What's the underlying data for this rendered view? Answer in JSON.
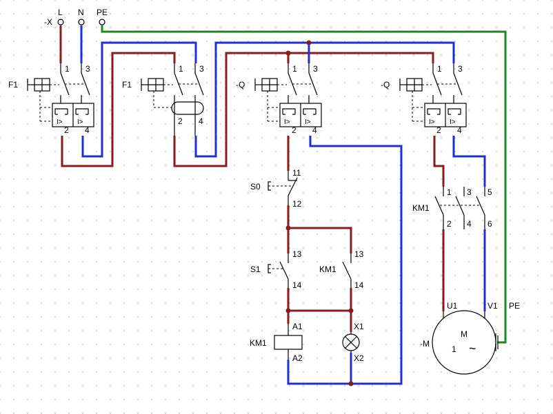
{
  "terminals": {
    "x": "-X",
    "l": "L",
    "n": "N",
    "pe": "PE"
  },
  "f1_a": {
    "tag": "F1",
    "p1": "1",
    "p3": "3",
    "p2": "2",
    "p4": "4",
    "trip": "I>"
  },
  "f1_b": {
    "tag": "F1",
    "p1": "1",
    "p3": "3",
    "p2": "2",
    "p4": "4"
  },
  "q_a": {
    "tag": "-Q",
    "p1": "1",
    "p3": "3",
    "p2": "2",
    "p4": "4",
    "trip": "I>"
  },
  "q_b": {
    "tag": "-Q",
    "p1": "1",
    "p3": "3",
    "p2": "2",
    "p4": "4",
    "trip": "I>"
  },
  "s0": {
    "tag": "S0",
    "p1": "11",
    "p2": "12"
  },
  "s1": {
    "tag": "S1",
    "p1": "13",
    "p2": "14"
  },
  "km1_aux": {
    "tag": "KM1",
    "p1": "13",
    "p2": "14"
  },
  "km1_coil": {
    "tag": "KM1",
    "a1": "A1",
    "a2": "A2"
  },
  "lamp": {
    "x1": "X1",
    "x2": "X2"
  },
  "km1_main": {
    "tag": "KM1",
    "p1": "1",
    "p3": "3",
    "p5": "5",
    "p2": "2",
    "p4": "4",
    "p6": "6"
  },
  "motor": {
    "tag": "-M",
    "u1": "U1",
    "v1": "V1",
    "pe": "PE",
    "letter": "M",
    "phases": "1",
    "ac": "~"
  },
  "colors": {
    "phase": "#8b1a1a",
    "neutral": "#1f2fd6",
    "earth": "#1a8a1a"
  }
}
